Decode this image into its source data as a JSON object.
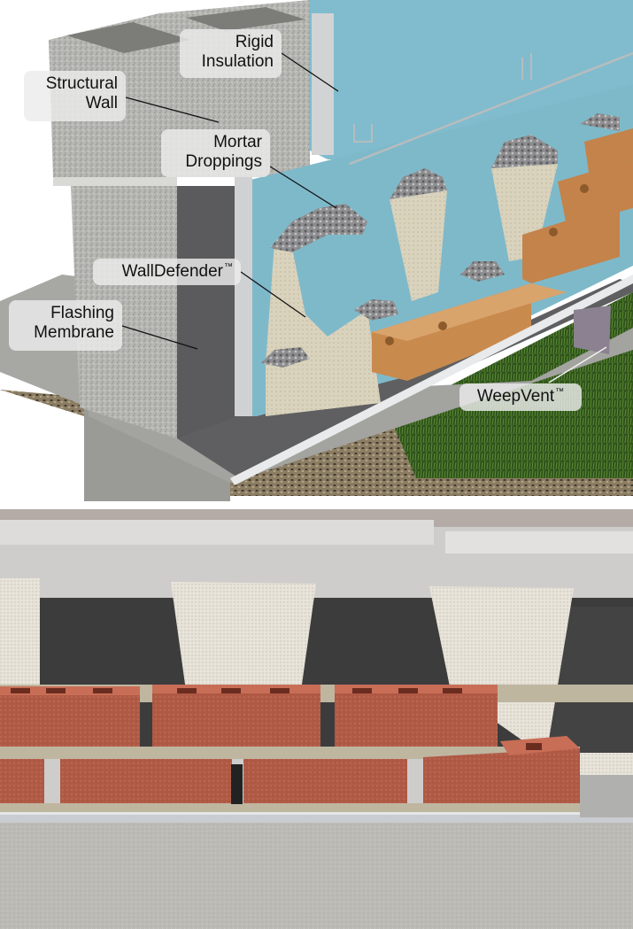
{
  "figure": {
    "top_illustration": {
      "description": "3D cutaway rendering of a masonry cavity wall at the base showing components",
      "colors": {
        "insulation": "#7fbccd",
        "block": "#b9b9b6",
        "flashing": "#5b5b5d",
        "brick": "#c98a4e",
        "grass": "#3f6a23",
        "concrete": "#a6a6a4",
        "label_bg": "#ebebeb"
      },
      "labels": [
        {
          "id": "rigid-insulation",
          "lines": [
            "Rigid",
            "Insulation"
          ]
        },
        {
          "id": "structural-wall",
          "lines": [
            "Structural",
            "Wall"
          ]
        },
        {
          "id": "mortar-droppings",
          "lines": [
            "Mortar",
            "Droppings"
          ]
        },
        {
          "id": "walldefender",
          "text": "WallDefender",
          "mark": "™"
        },
        {
          "id": "flashing-membrane",
          "lines": [
            "Flashing",
            "Membrane"
          ]
        },
        {
          "id": "weepvent",
          "text": "WeepVent",
          "mark": "™"
        }
      ]
    },
    "bottom_photo": {
      "description": "Photograph of installed mesh mortar dams above dark flashing behind red brick course on metal drip edge",
      "colors": {
        "wrap": "#cfcdcb",
        "flashing": "#3c3c3c",
        "mesh": "#e6e2d8",
        "brick": "#b05a45",
        "mortar": "#bfb6a0",
        "drip_edge": "#c9ccd0",
        "foundation": "#bdbbb6"
      }
    }
  }
}
